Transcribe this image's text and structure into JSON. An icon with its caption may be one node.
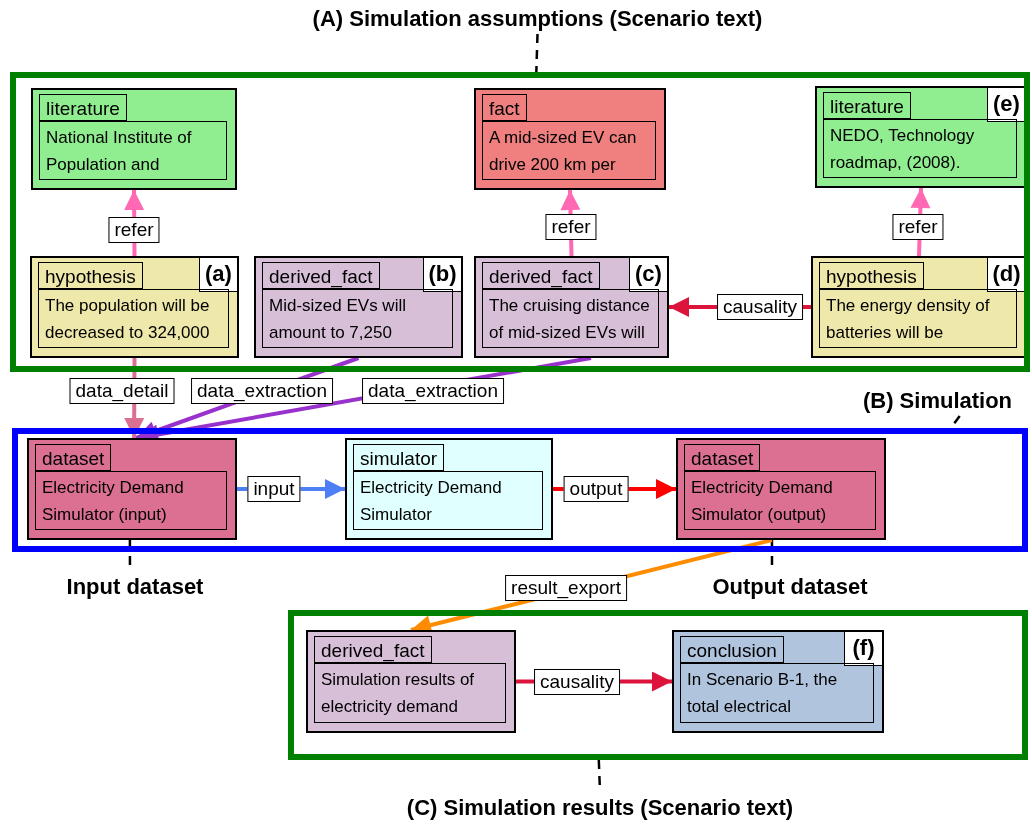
{
  "diagram": {
    "nodes": [
      {
        "text": [
          "(A) Simulation assumptions (Scenario text)"
        ]
      },
      {
        "text": [],
        "shape": "box"
      },
      {
        "text": [
          "literature",
          "National Institute of Population and"
        ],
        "in": 1
      },
      {
        "text": [
          "fact",
          "A mid-sized EV can drive 200 km per"
        ],
        "in": 1
      },
      {
        "text": [
          "literature",
          "(e)",
          "NEDO, Technology roadmap, (2008)."
        ],
        "in": 1
      },
      {
        "text": [
          "hypothesis",
          "(a)",
          "The population will be decreased to 324,000"
        ],
        "in": 1
      },
      {
        "text": [
          "derived_fact",
          "(b)",
          "Mid-sized EVs will amount to 7,250"
        ],
        "in": 1
      },
      {
        "text": [
          "derived_fact",
          "(c)",
          "The cruising distance of mid-sized EVs will"
        ],
        "in": 1
      },
      {
        "text": [
          "hypothesis",
          "(d)",
          "The energy density of batteries will be"
        ],
        "in": 1
      },
      {
        "text": [
          "(B) Simulation"
        ]
      },
      {
        "text": [],
        "shape": "box"
      },
      {
        "text": [
          "dataset",
          "Electricity Demand Simulator (input)"
        ],
        "in": 10
      },
      {
        "text": [
          "simulator",
          "Electricity Demand Simulator"
        ],
        "in": 10
      },
      {
        "text": [
          "dataset",
          "Electricity Demand Simulator (output)"
        ],
        "in": 10
      },
      {
        "text": [
          "Input dataset"
        ]
      },
      {
        "text": [
          "Output dataset"
        ]
      },
      {
        "text": [],
        "shape": "box"
      },
      {
        "text": [
          "derived_fact",
          "Simulation results of electricity demand"
        ],
        "in": 16
      },
      {
        "text": [
          "conclusion",
          "(f)",
          "In Scenario B-1, the total electrical"
        ],
        "in": 16
      },
      {
        "text": [
          "(C) Simulation results (Scenario text)"
        ]
      }
    ],
    "edges": [
      {
        "from": 0,
        "to": 1,
        "arrow": "none",
        "style": "dashed",
        "color": "#000000"
      },
      {
        "from": 5,
        "to": 2,
        "arrow": "to",
        "label": "refer",
        "color": "#ff69b4"
      },
      {
        "from": 7,
        "to": 3,
        "arrow": "to",
        "label": "refer",
        "color": "#ff69b4"
      },
      {
        "from": 8,
        "to": 4,
        "arrow": "to",
        "label": "refer",
        "color": "#ff69b4"
      },
      {
        "from": 8,
        "to": 7,
        "arrow": "to",
        "label": "causality",
        "color": "#dc143c"
      },
      {
        "from": 5,
        "to": 11,
        "arrow": "to",
        "label": "data_detail",
        "color": "#db7093"
      },
      {
        "from": 6,
        "to": 11,
        "arrow": "to",
        "label": "data_extraction",
        "color": "#9932cc"
      },
      {
        "from": 7,
        "to": 11,
        "arrow": "to",
        "label": "data_extraction",
        "color": "#9932cc"
      },
      {
        "from": 11,
        "to": 12,
        "arrow": "to",
        "label": "input",
        "color": "#4f7ff7"
      },
      {
        "from": 12,
        "to": 13,
        "arrow": "to",
        "label": "output",
        "color": "#ff0000"
      },
      {
        "from": 9,
        "to": 10,
        "arrow": "none",
        "style": "dashed",
        "color": "#000000"
      },
      {
        "from": 11,
        "to": 14,
        "arrow": "none",
        "style": "dashed",
        "color": "#000000"
      },
      {
        "from": 13,
        "to": 15,
        "arrow": "none",
        "style": "dashed",
        "color": "#000000"
      },
      {
        "from": 13,
        "to": 17,
        "arrow": "to",
        "label": "result_export",
        "color": "#ff8c00"
      },
      {
        "from": 17,
        "to": 18,
        "arrow": "to",
        "label": "causality",
        "color": "#dc143c"
      },
      {
        "from": 16,
        "to": 19,
        "arrow": "none",
        "style": "dashed",
        "color": "#000000"
      }
    ]
  }
}
